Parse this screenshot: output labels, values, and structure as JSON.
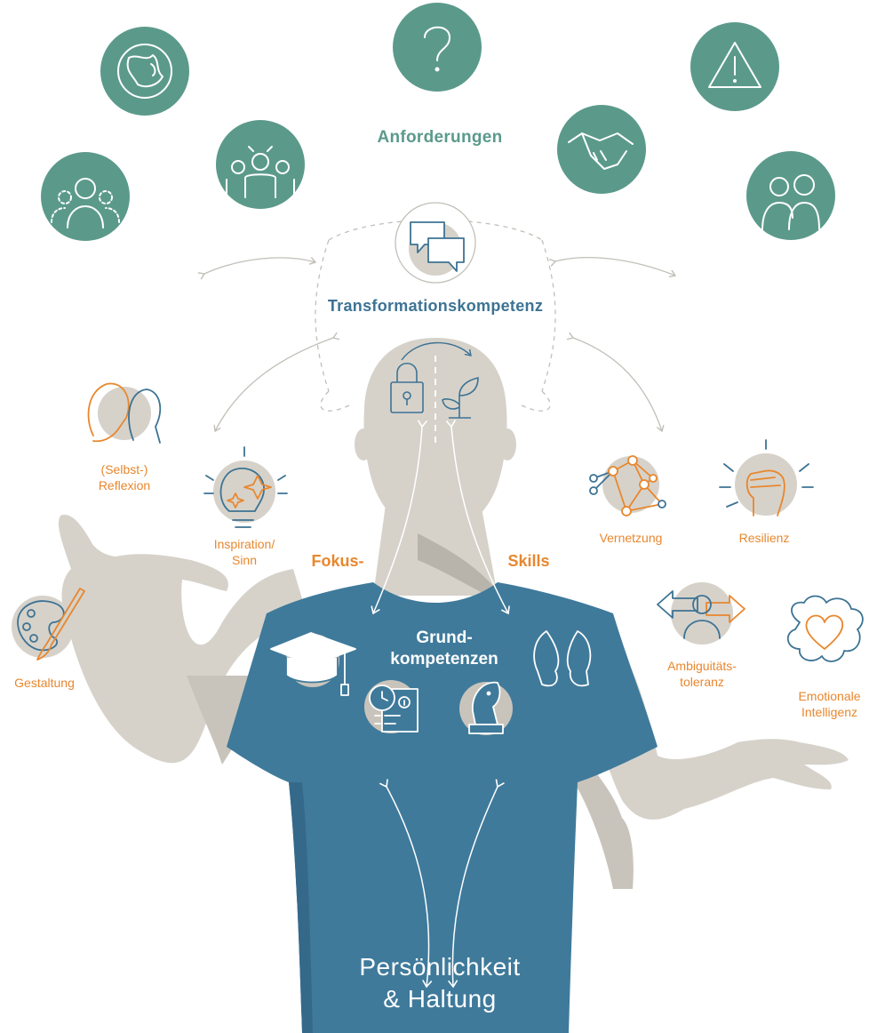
{
  "colors": {
    "teal": "#5b9a8b",
    "blue": "#3d7394",
    "orange": "#e8872e",
    "grey_figure": "#d6d2ca",
    "grey_shadow": "#b9b4ab",
    "line_grey": "#c2bfb8",
    "shirt": "#3f7a9b"
  },
  "requirements": {
    "title": "Anforderungen",
    "icons": [
      "globe-icon",
      "question-icon",
      "warning-icon",
      "cheering-team-icon",
      "handshake-icon",
      "team-icon",
      "couple-icon"
    ]
  },
  "transformation": {
    "title": "Transformationskompetenz",
    "icons": [
      "chat-bubbles-icon",
      "padlock-icon",
      "sprout-icon"
    ]
  },
  "focus": {
    "left_label": "Fokus-",
    "right_label": "Skills",
    "skills": [
      {
        "lines": [
          "(Selbst-)",
          "Reflexion"
        ],
        "icon": "profiles-icon"
      },
      {
        "lines": [
          "Inspiration/",
          "Sinn"
        ],
        "icon": "lightbulb-icon"
      },
      {
        "lines": [
          "Gestaltung"
        ],
        "icon": "palette-icon"
      },
      {
        "lines": [
          "Vernetzung"
        ],
        "icon": "network-icon"
      },
      {
        "lines": [
          "Resilienz"
        ],
        "icon": "fist-icon"
      },
      {
        "lines": [
          "Ambiguitäts-",
          "toleranz"
        ],
        "icon": "arrows-person-icon"
      },
      {
        "lines": [
          "Emotionale",
          "Intelligenz"
        ],
        "icon": "brain-heart-icon"
      }
    ]
  },
  "basic": {
    "title_lines": [
      "Grund-",
      "kompetenzen"
    ],
    "icons": [
      "graduation-cap-icon",
      "schedule-icon",
      "chess-knight-icon",
      "faces-icon"
    ]
  },
  "core": {
    "title_lines": [
      "Persönlichkeit",
      "& Haltung"
    ]
  }
}
